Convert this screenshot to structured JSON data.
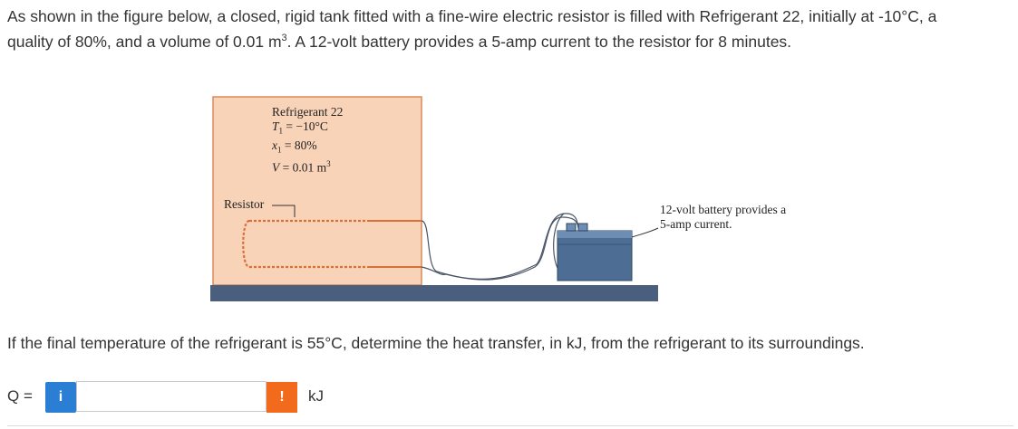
{
  "problem": {
    "line1": "As shown in the figure below, a closed, rigid tank fitted with a fine-wire electric resistor is filled with Refrigerant 22, initially at -10°C, a",
    "line2_prefix": "quality of 80%, and a volume of 0.01 m",
    "line2_sup": "3",
    "line2_suffix": ". A 12-volt battery provides a 5-amp current to the resistor for 8 minutes."
  },
  "figure": {
    "tank_title": "Refrigerant 22",
    "t1_lhs": "T",
    "t1_sub": "1",
    "t1_rhs": " = −10°C",
    "x1_lhs": "x",
    "x1_sub": "1",
    "x1_rhs": " = 80%",
    "v_lhs": "V",
    "v_rhs": " = 0.01 m",
    "v_sup": "3",
    "resistor_label": "Resistor",
    "battery_line1": "12-volt battery provides a",
    "battery_line2": "5-amp current.",
    "colors": {
      "tank_fill": "#f8d3b8",
      "coil": "#d9703a",
      "battery_body": "#4e6d94",
      "base": "#4a5f7e"
    }
  },
  "question": {
    "text": "If the final temperature of the refrigerant is 55°C, determine the heat transfer, in kJ, from the refrigerant to its surroundings."
  },
  "answer": {
    "label": "Q =",
    "info_glyph": "i",
    "value": "",
    "placeholder": "",
    "warn_glyph": "!",
    "unit": "kJ",
    "colors": {
      "info": "#2a7fd4",
      "warn": "#f26b1d"
    }
  }
}
